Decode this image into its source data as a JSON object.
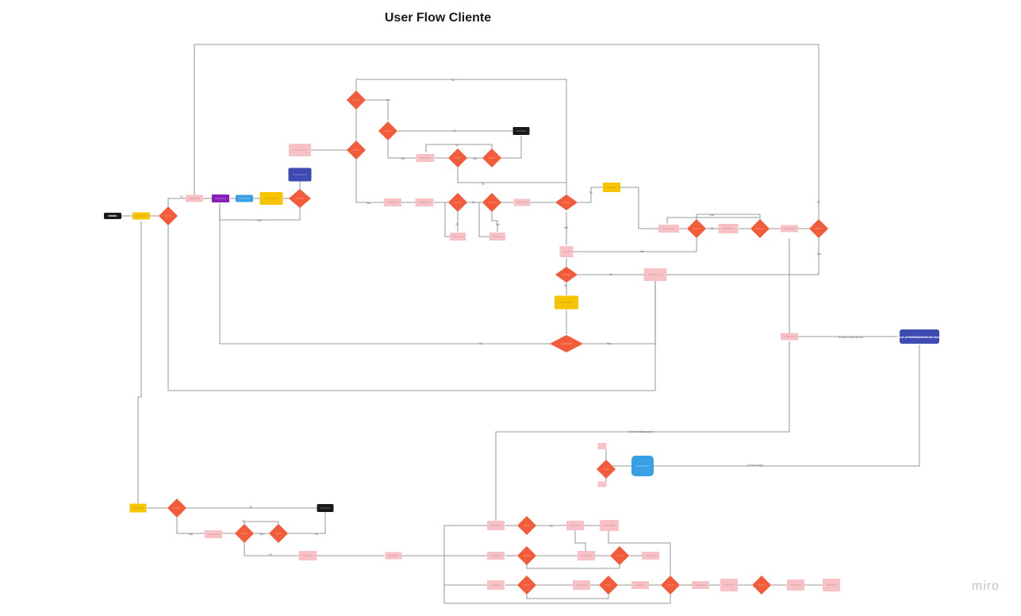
{
  "board": {
    "title": "User Flow Cliente",
    "brand": "miro"
  },
  "colors": {
    "line": "#7a7a7a",
    "decision": "#f25c3b",
    "process": "#f8c1c5",
    "start": "#1a1a1a",
    "yellow": "#f6c400",
    "indigo": "#3f4bb3",
    "purple": "#8a1fb8",
    "blue": "#3aa0e6"
  },
  "edge_labels": {
    "si": "Si",
    "no": "No",
    "no_caps": "NO",
    "envia_notificacion": "Envia notificacion",
    "envia_notificacion_2": "Envia Notificacion",
    "envia_pago": "Envia pago"
  },
  "nodes": {
    "inicio": "Inicio",
    "panel": "Panel de Notificaciones del cliente"
  }
}
